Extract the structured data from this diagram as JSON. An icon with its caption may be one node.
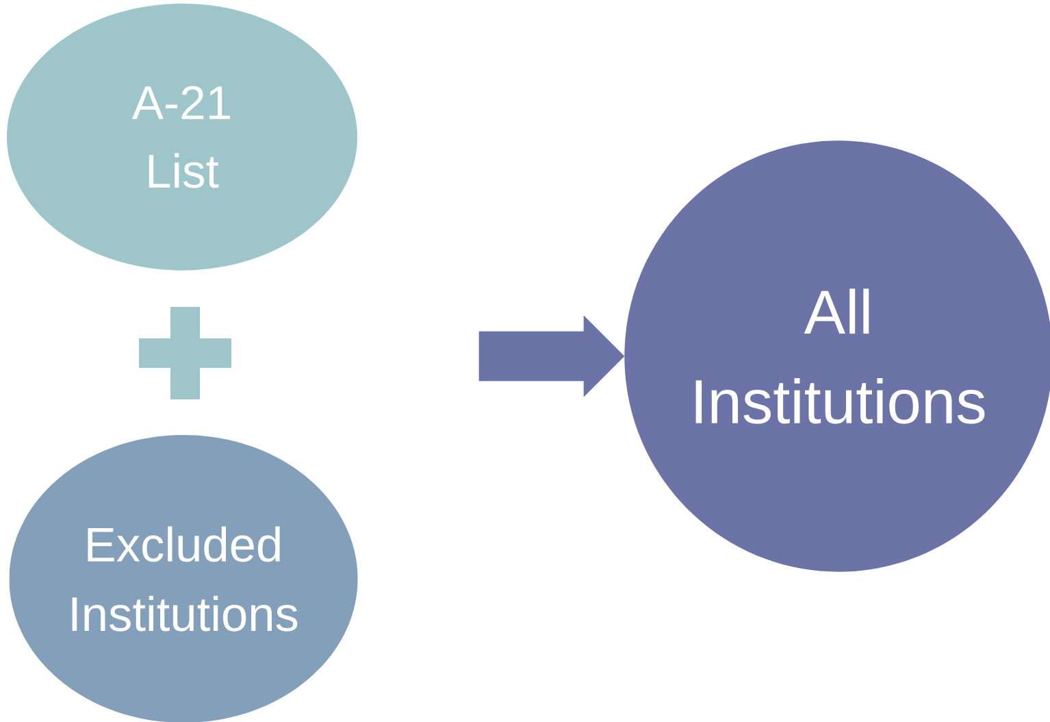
{
  "diagram": {
    "nodes": [
      {
        "text": [
          "A-21 List"
        ]
      },
      {
        "text": [],
        "shape": "plus"
      },
      {
        "text": [
          "Excluded Institutions"
        ]
      },
      {
        "text": [
          "All Institutions"
        ]
      }
    ],
    "edges": [
      {
        "from": null,
        "to": 3,
        "arrow": "to"
      }
    ]
  }
}
